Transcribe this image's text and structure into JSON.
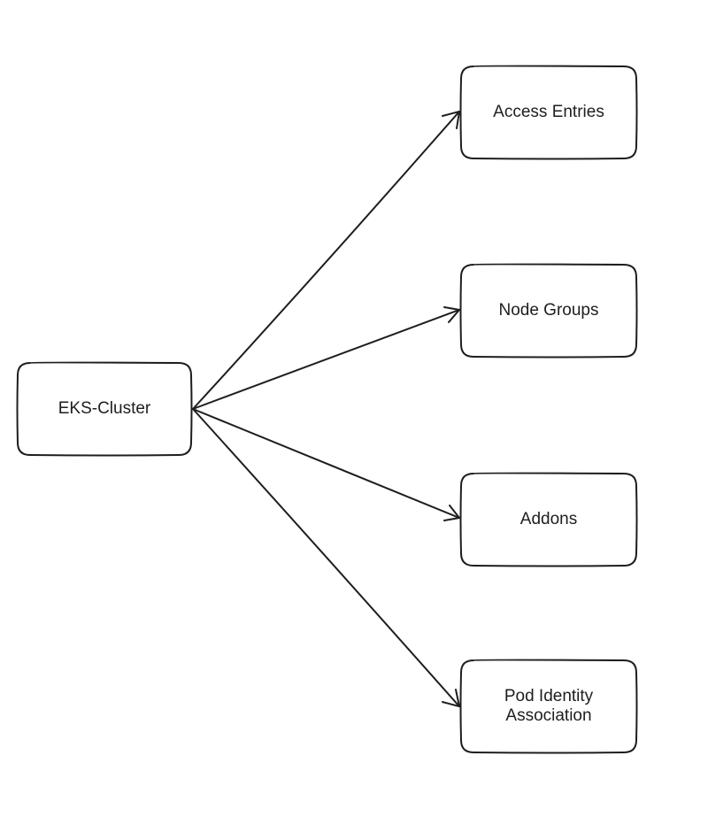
{
  "diagram": {
    "nodes": {
      "eks_cluster": "EKS-Cluster",
      "access_entries": "Access Entries",
      "node_groups": "Node Groups",
      "addons": "Addons",
      "pod_identity": "Pod Identity\nAssociation"
    },
    "edges": [
      {
        "from": "EKS-Cluster",
        "to": "Access Entries"
      },
      {
        "from": "EKS-Cluster",
        "to": "Node Groups"
      },
      {
        "from": "EKS-Cluster",
        "to": "Addons"
      },
      {
        "from": "EKS-Cluster",
        "to": "Pod Identity\nAssociation"
      }
    ],
    "colors": {
      "stroke": "#1e1e1e",
      "background": "#ffffff"
    }
  }
}
